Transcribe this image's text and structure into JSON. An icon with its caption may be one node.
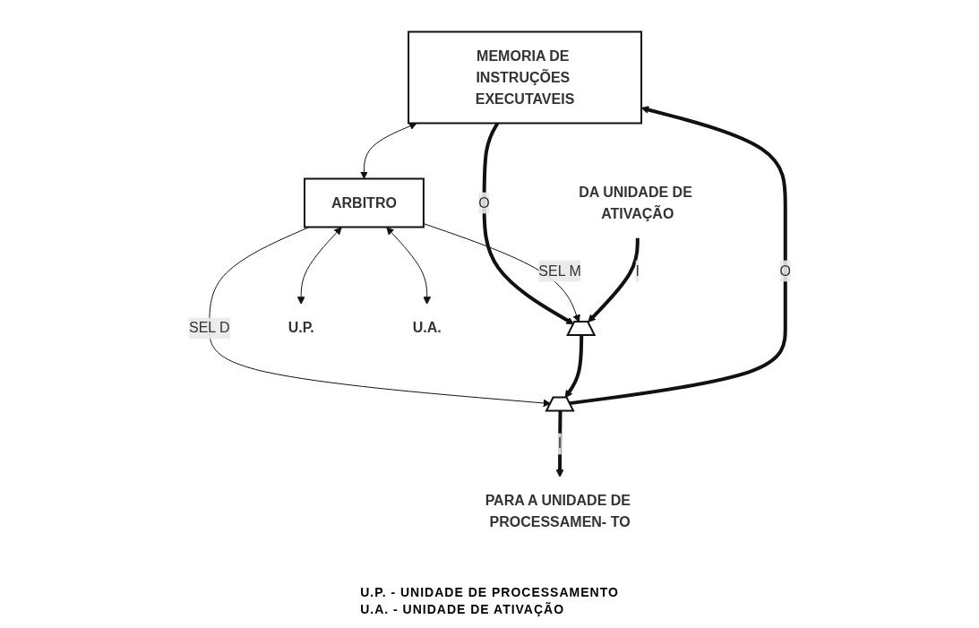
{
  "diagram": {
    "nodes": [
      {
        "text": [
          "MEMORIA DE INSTRUÇÕES EXECUTAVEIS"
        ]
      },
      {
        "text": [
          "ARBITRO"
        ]
      },
      {
        "text": [],
        "shape": "trapezoid"
      },
      {
        "text": [],
        "shape": "trapezoid"
      },
      {
        "text": [
          "U.P."
        ]
      },
      {
        "text": [
          "U.A."
        ]
      },
      {
        "text": [
          "PARA A UNIDADE DE PROCESSAMEN- TO"
        ]
      },
      {
        "text": [
          "DA UNIDADE DE ATIVAÇÃO"
        ]
      }
    ],
    "edges": [
      {
        "from": 2,
        "to": 0,
        "arrow": "to",
        "label": "O",
        "style": "thick"
      },
      {
        "from": 0,
        "to": 3,
        "arrow": "to",
        "label": "O",
        "style": "thick"
      },
      {
        "from": 0,
        "to": 1,
        "arrow": "both"
      },
      {
        "from": 1,
        "to": 2,
        "arrow": "to",
        "label": "SEL D"
      },
      {
        "from": 1,
        "to": 3,
        "arrow": "to",
        "label": "SEL M"
      },
      {
        "from": 1,
        "to": 4,
        "arrow": "both"
      },
      {
        "from": 1,
        "to": 5,
        "arrow": "both"
      },
      {
        "from": 3,
        "to": 2,
        "arrow": "to",
        "style": "thick"
      },
      {
        "from": 2,
        "to": 6,
        "arrow": "to",
        "label": "I",
        "style": "thick"
      },
      {
        "from": 7,
        "to": 3,
        "arrow": "to",
        "label": "I",
        "style": "thick"
      }
    ],
    "labels": [
      "U.P. - UNIDADE DE PROCESSAMENTO",
      "U.A. - UNIDADE DE ATIVAÇÃO"
    ]
  }
}
